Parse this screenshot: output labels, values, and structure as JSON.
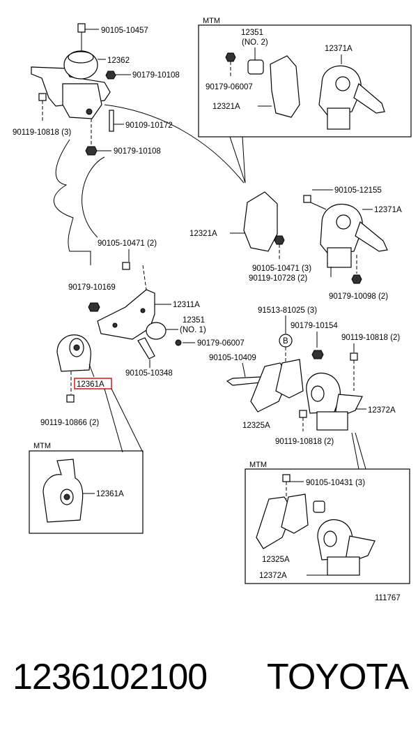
{
  "diagram": {
    "box_titles": [
      "MTM",
      "MTM",
      "MTM"
    ],
    "figure_number": "111767",
    "labels": {
      "p90105_10457": "90105-10457",
      "p12362": "12362",
      "p90179_10108_a": "90179-10108",
      "p90119_10818_3": "90119-10818 (3)",
      "p90109_10172": "90109-10172",
      "p90179_10108_b": "90179-10108",
      "p12351_no2": "12351",
      "p12351_no2_sub": "(NO. 2)",
      "p12371A_top": "12371A",
      "p90179_06007_top": "90179-06007",
      "p12321A_top": "12321A",
      "p90105_12155": "90105-12155",
      "p12371A_mid": "12371A",
      "p12321A_mid": "12321A",
      "p90105_10471_3": "90105-10471 (3)",
      "p90119_10728_2": "90119-10728 (2)",
      "p90179_10098_2": "90179-10098 (2)",
      "p90105_10471_2": "90105-10471 (2)",
      "p90179_10169": "90179-10169",
      "p12311A": "12311A",
      "p12351_no1": "12351",
      "p12351_no1_sub": "(NO. 1)",
      "p90179_06007": "90179-06007",
      "p90105_10348": "90105-10348",
      "p12361A_main": "12361A",
      "p90119_10866_2": "90119-10866 (2)",
      "p12361A_box": "12361A",
      "p91513_81025_3": "91513-81025 (3)",
      "p90179_10154": "90179-10154",
      "p90119_10818_2a": "90119-10818 (2)",
      "p90105_10409": "90105-10409",
      "marker_B": "B",
      "p12325A_main": "12325A",
      "p12372A_main": "12372A",
      "p90119_10818_2b": "90119-10818 (2)",
      "p90105_10431_3": "90105-10431 (3)",
      "p12325A_box": "12325A",
      "p12372A_box": "12372A"
    }
  },
  "footer": {
    "part_number": "1236102100",
    "brand": "TOYOTA"
  }
}
